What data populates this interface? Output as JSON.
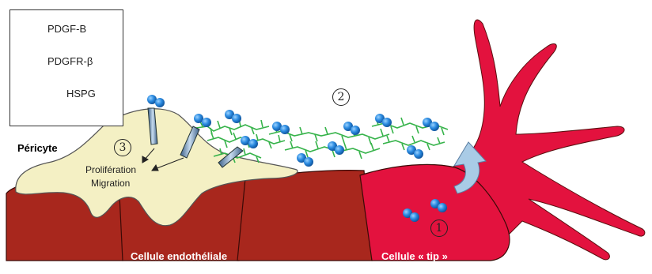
{
  "legend": {
    "pdgf_b": "PDGF-B",
    "pdgfr_beta": "PDGFR-β",
    "hspg": "HSPG"
  },
  "labels": {
    "pericyte": "Péricyte",
    "proliferation": "Prolifération",
    "migration": "Migration",
    "endothelial_cell": "Cellule endothéliale",
    "tip_cell": "Cellule « tip »"
  },
  "steps": {
    "step1": "1",
    "step2": "2",
    "step3": "3"
  },
  "colors": {
    "endothelial": "#a8271d",
    "tip_cell": "#e3123e",
    "pericyte": "#f4f0c4",
    "hspg": "#36b34a",
    "pdgf_b": "#1e7fd0",
    "receptor": "#6a8fb5",
    "arrow": "#a9cbe6"
  }
}
